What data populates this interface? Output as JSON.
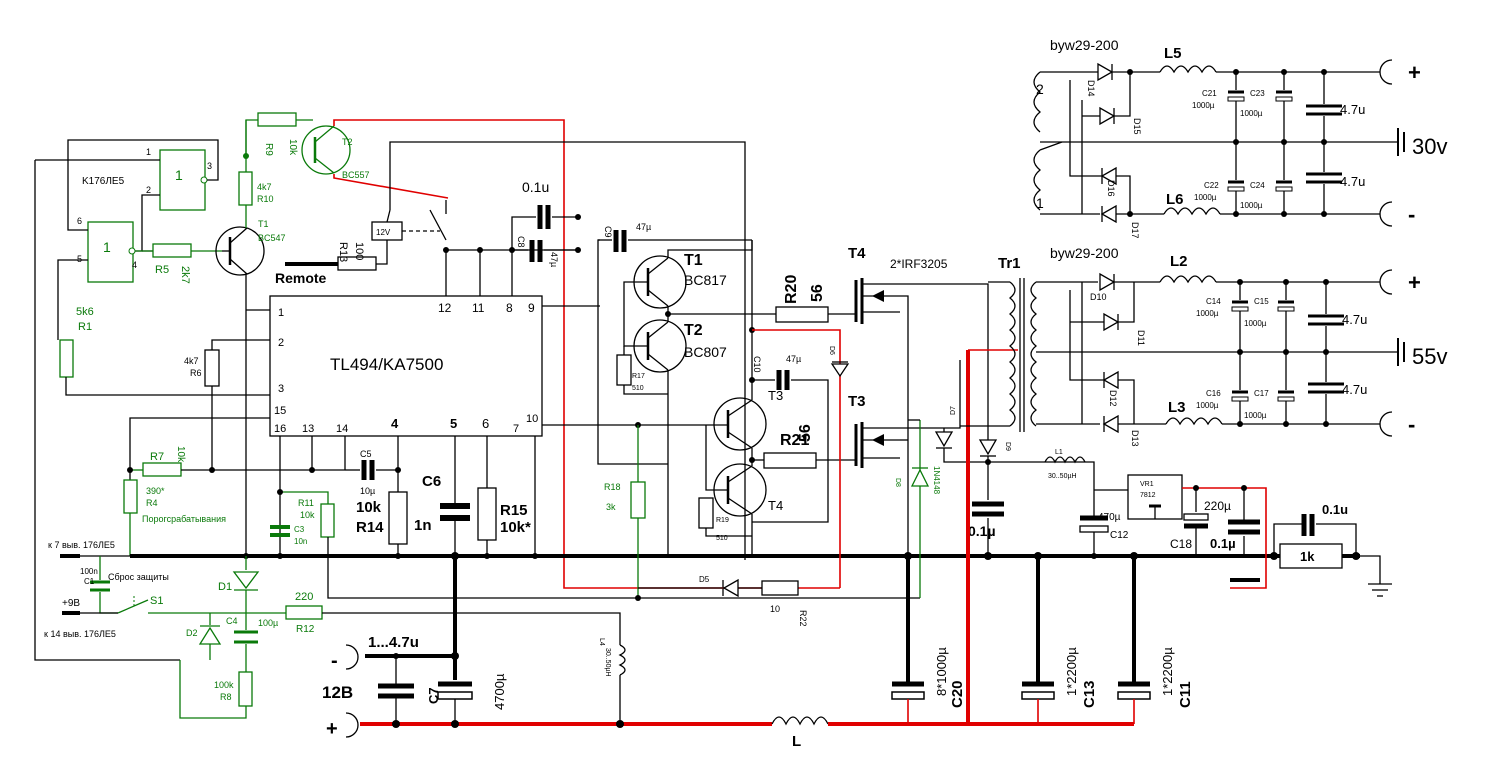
{
  "ic": {
    "name": "TL494/KA7500",
    "pins": [
      "1",
      "2",
      "3",
      "15",
      "16",
      "13",
      "14",
      "4",
      "5",
      "6",
      "7",
      "10",
      "12",
      "11",
      "8",
      "9"
    ]
  },
  "logic": {
    "chip": "K176ЛЕ5",
    "gate_label": "1",
    "pins": [
      "1",
      "2",
      "3",
      "6",
      "5",
      "4"
    ]
  },
  "transistors": [
    {
      "ref": "T1",
      "type": "BC817"
    },
    {
      "ref": "T2",
      "type": "BC807"
    },
    {
      "ref": "T3",
      "type": ""
    },
    {
      "ref": "T4",
      "type": ""
    },
    {
      "ref": "T1",
      "type": "BC547"
    },
    {
      "ref": "T2",
      "type": "BC557"
    }
  ],
  "mosfet": "2*IRF3205",
  "transformer": "Tr1",
  "labels": {
    "remote": "Remote",
    "relay": "12V",
    "input_12v": "12B",
    "reset_protection": "Сброс защиты",
    "threshold": "Порогсрабатывания",
    "pin7": "к 7 выв. 176ЛЕ5",
    "pin14": "к 14 выв. 176ЛЕ5",
    "plus9": "+9B",
    "plus": "+",
    "minus": "-",
    "l": "L",
    "diode_top": "byw29-200",
    "diode_bottom": "byw29-200",
    "v30": "30v",
    "v55": "55v",
    "w2": "2",
    "w1": "1"
  },
  "components": {
    "r1": [
      "5k6",
      "R1"
    ],
    "r4": [
      "390*",
      "R4"
    ],
    "r5": [
      "R5",
      "2k7"
    ],
    "r6": [
      "4k7",
      "R6"
    ],
    "r7": [
      "R7",
      "10k"
    ],
    "r8": [
      "100k",
      "R8"
    ],
    "r9": [
      "R9",
      "10k"
    ],
    "r10": [
      "4k7",
      "R10"
    ],
    "r11": [
      "R11",
      "10k"
    ],
    "r12": [
      "R12",
      "220"
    ],
    "r13": [
      "R13",
      "100"
    ],
    "r14": [
      "10k",
      "R14"
    ],
    "r15": [
      "R15",
      "10k*"
    ],
    "r17": [
      "R17",
      "510"
    ],
    "r18": [
      "R18",
      "3k"
    ],
    "r19": [
      "R19",
      "510"
    ],
    "r20": [
      "R20",
      "56"
    ],
    "r21": [
      "R21",
      "56"
    ],
    "r22": [
      "R22",
      "10"
    ],
    "c1": [
      "100n",
      "C1"
    ],
    "c3": [
      "C3",
      "10n"
    ],
    "c4": [
      "C4",
      "100µ"
    ],
    "c5": [
      "C5",
      "10µ"
    ],
    "c6": [
      "C6",
      "1n"
    ],
    "c7": [
      "C7",
      "4700µ",
      "1...4.7u"
    ],
    "c8": [
      "C8",
      "47µ",
      "0.1u"
    ],
    "c9": [
      "C9",
      "47µ"
    ],
    "c10": [
      "C10",
      "47µ"
    ],
    "c11": [
      "1*2200µ",
      "C11"
    ],
    "c12": [
      "470µ",
      "C12"
    ],
    "c13": [
      "1*2200µ",
      "C13"
    ],
    "c18": [
      "220µ",
      "C18",
      "0.1µ"
    ],
    "c20": [
      "8*1000µ",
      "C20"
    ],
    "c9out": [
      "0.1µ"
    ],
    "out_top": [
      "C21",
      "1000µ",
      "C22",
      "1000µ",
      "C23",
      "1000µ",
      "C24",
      "1000µ",
      "4.7u",
      "4.7u"
    ],
    "out_bot": [
      "C14",
      "1000µ",
      "C15",
      "1000µ",
      "C16",
      "1000µ",
      "C17",
      "1000µ",
      "4.7u",
      "4.7u"
    ],
    "diodes_top": [
      "D14",
      "D15",
      "D16",
      "D17"
    ],
    "diodes_bot": [
      "D10",
      "D11",
      "D12",
      "D13"
    ],
    "inductors": [
      "L5",
      "L6",
      "L2",
      "L3"
    ],
    "d1": [
      "D1",
      "D2",
      "S1"
    ],
    "d5": "D5",
    "d6": "D6",
    "d7": "D7",
    "d8": [
      "D8",
      "1N4148"
    ],
    "d9": "D9",
    "l1": [
      "L1",
      "30..50µH"
    ],
    "l4": [
      "L4",
      "30..50µH"
    ],
    "vr1": [
      "VR1",
      "7812"
    ],
    "load": [
      "1k",
      "0.1u"
    ]
  },
  "colors": {
    "wire": "#000000",
    "power": "#e00000",
    "component": "#0a7a0a"
  }
}
